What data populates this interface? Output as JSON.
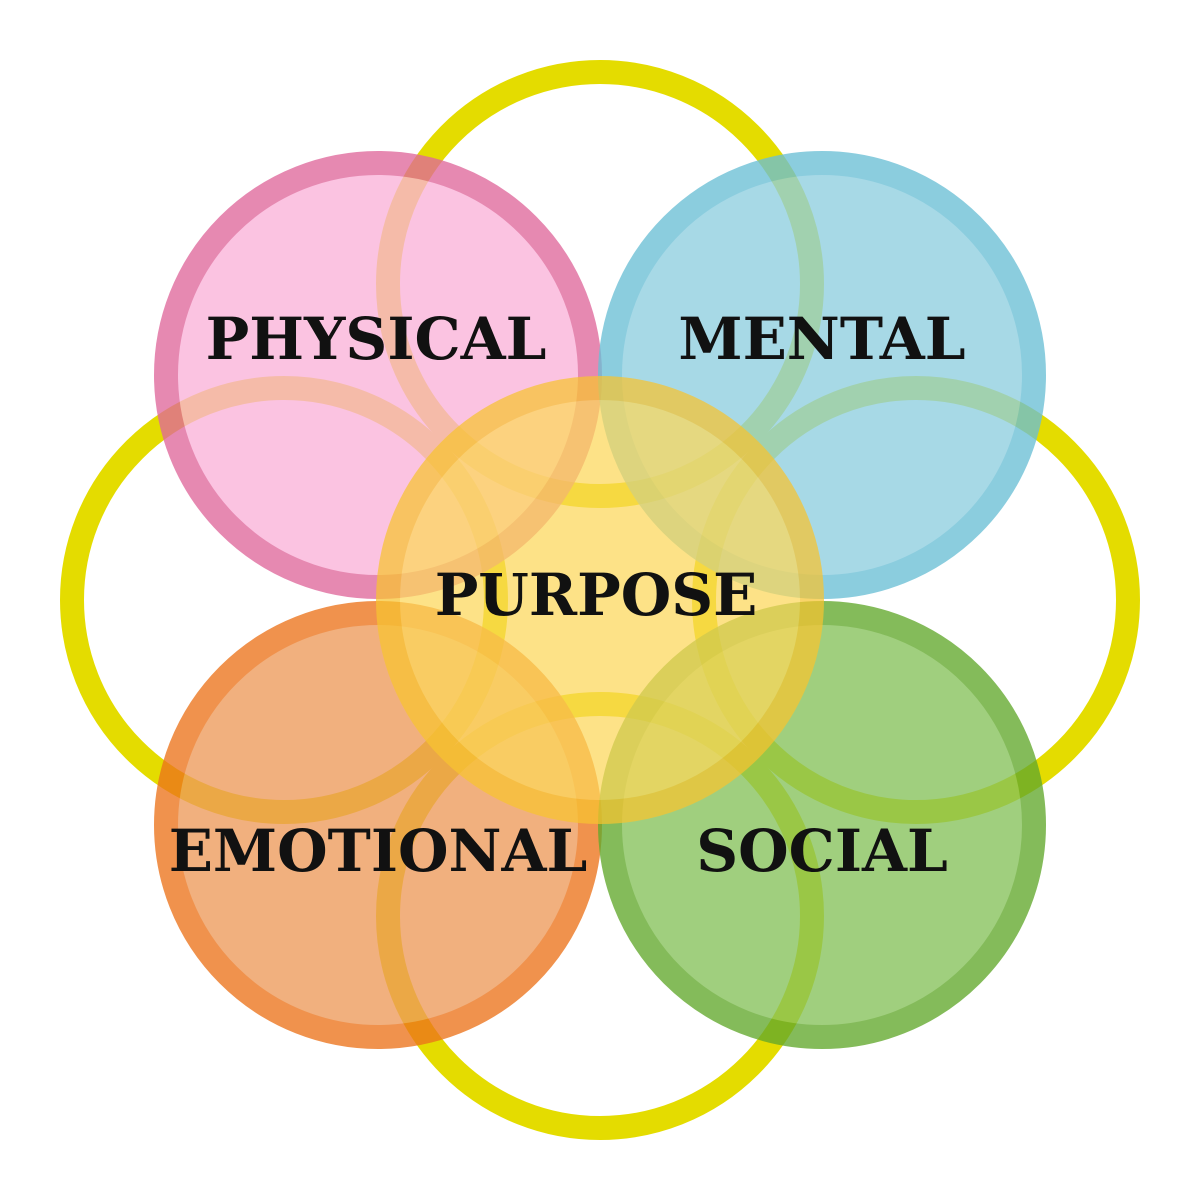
{
  "diagram": {
    "circles": {
      "physical": {
        "label": "PHYSICAL",
        "fill": "#fbb3d9",
        "stroke": "#e0689c"
      },
      "mental": {
        "label": "MENTAL",
        "fill": "#8fcfe0",
        "stroke": "#6bbfd6"
      },
      "emotional": {
        "label": "EMOTIONAL",
        "fill": "#ee9a5a",
        "stroke": "#ec741c"
      },
      "social": {
        "label": "SOCIAL",
        "fill": "#86c25a",
        "stroke": "#62a82c"
      },
      "purpose": {
        "label": "PURPOSE",
        "fill": "#fdd85a",
        "stroke": "#f8c430"
      }
    },
    "outline_ring_color": "#e4dc00"
  }
}
